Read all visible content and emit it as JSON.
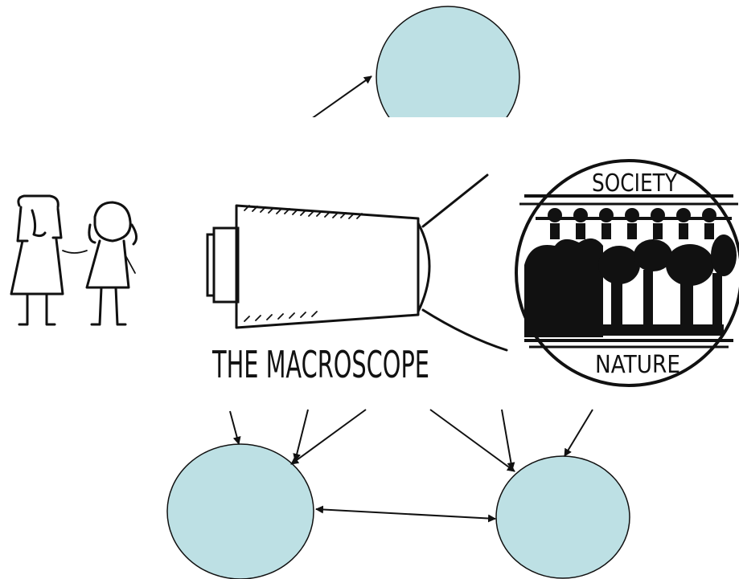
{
  "illustration": {
    "scope_caption": "THE MACROSCOPE",
    "top_band": "SOCIETY",
    "bottom_band": "NATURE"
  },
  "colors": {
    "node_fill": "#bde0e4",
    "ink": "#111111",
    "background": "#ffffff"
  },
  "nodes": [
    {
      "id": "top",
      "label": ""
    },
    {
      "id": "bottom-left",
      "label": ""
    },
    {
      "id": "bottom-right",
      "label": ""
    }
  ]
}
